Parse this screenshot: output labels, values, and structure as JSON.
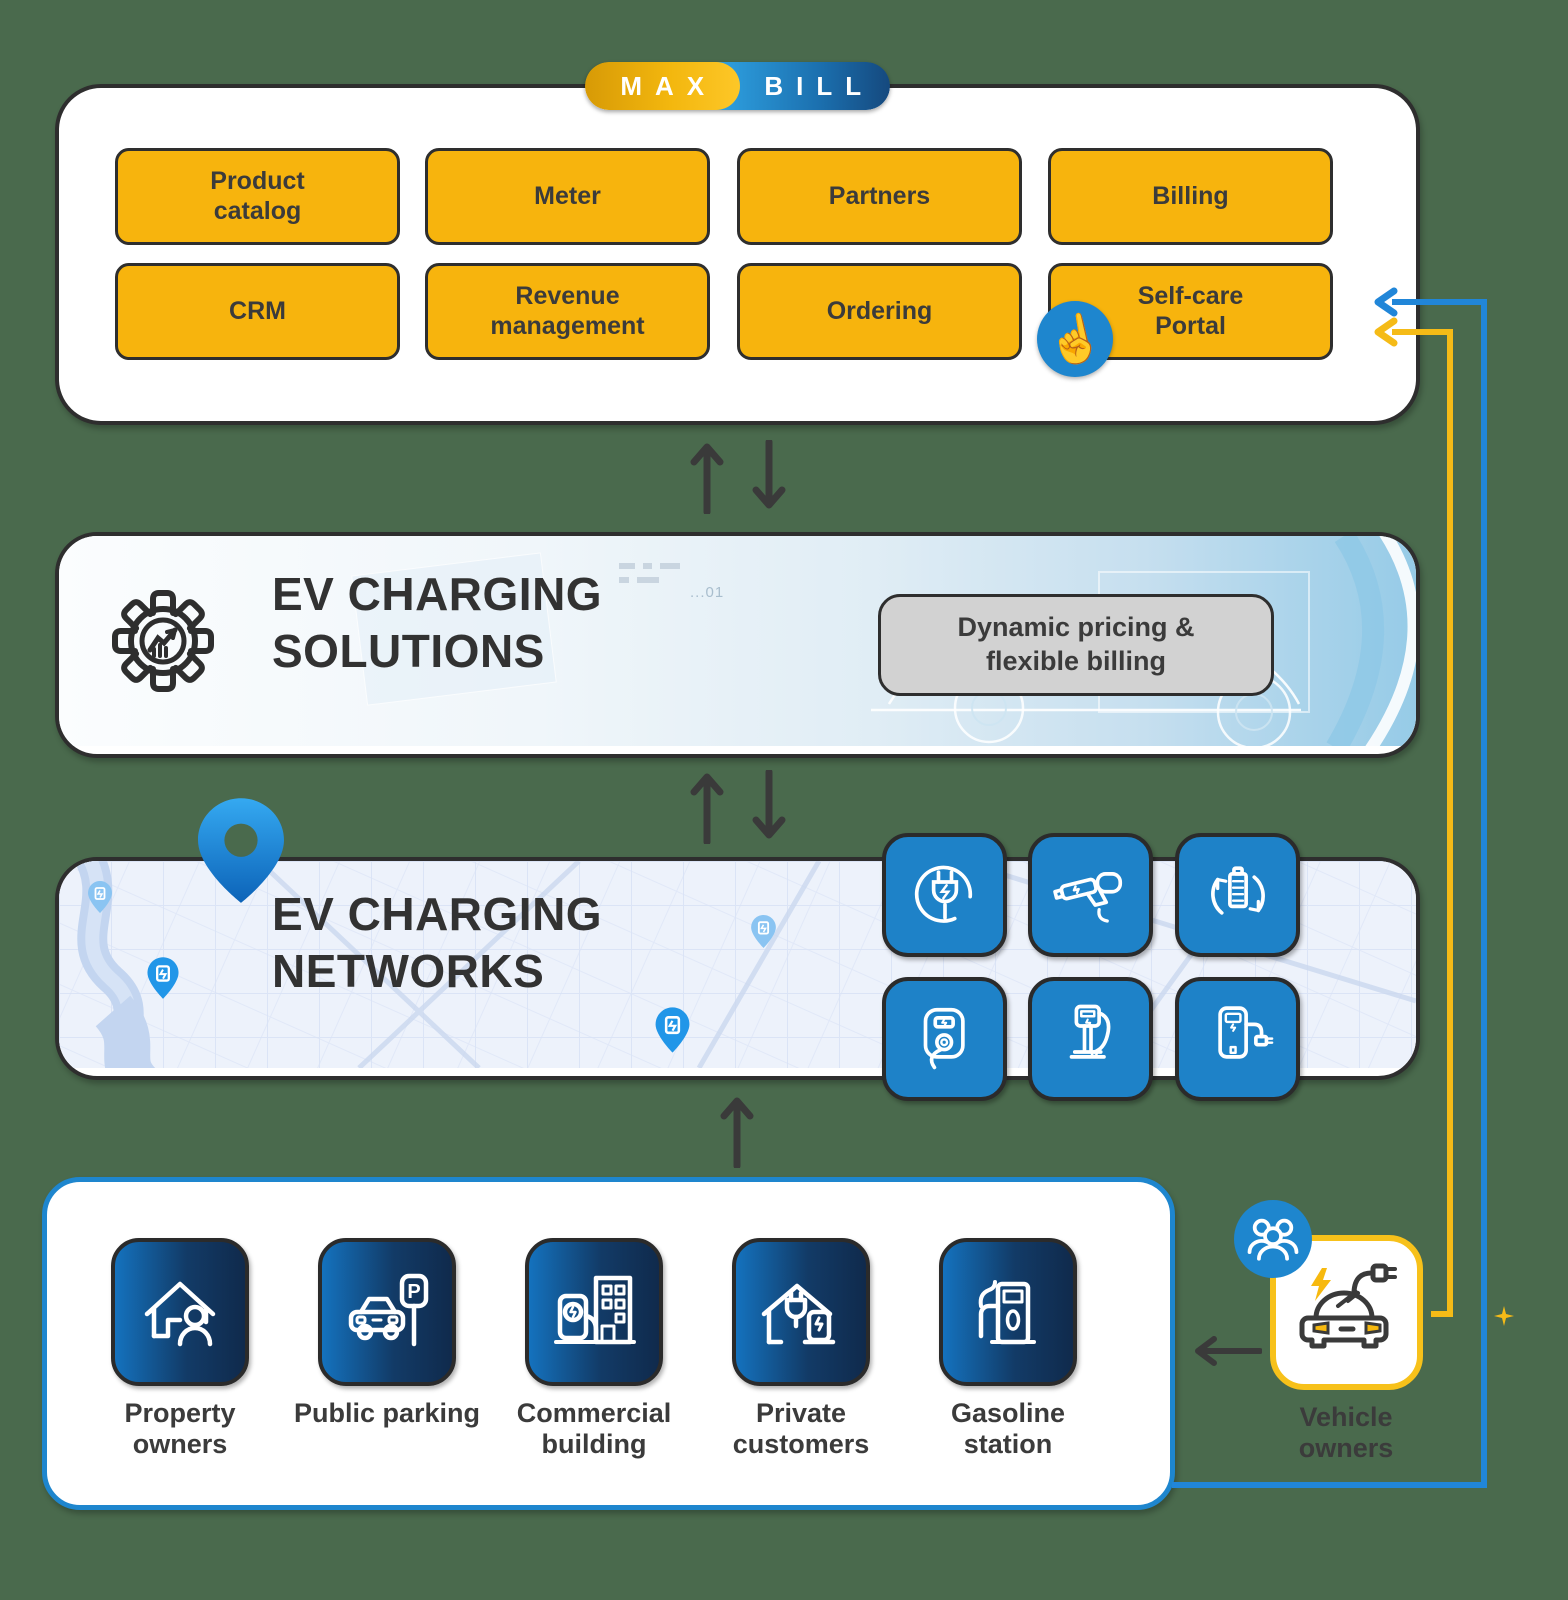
{
  "logo": {
    "left": "MAX",
    "right": "BILL"
  },
  "modules": {
    "row1": [
      "Product catalog",
      "Meter",
      "Partners",
      "Billing"
    ],
    "row2": [
      "CRM",
      "Revenue management",
      "Ordering",
      "Self-care Portal"
    ]
  },
  "solutions": {
    "title": "EV CHARGING SOLUTIONS",
    "badge": "Dynamic pricing & flexible billing",
    "decor_code": "...01"
  },
  "networks": {
    "title": "EV CHARGING NETWORKS",
    "tile_icons": [
      "power-plug",
      "charging-gun-in-hand",
      "battery-recharge-cycle",
      "wallbox-charger",
      "pedestal-charging-station",
      "floor-standing-charger"
    ]
  },
  "customers": [
    {
      "label": "Property owners",
      "icon": "house-with-person"
    },
    {
      "label": "Public parking",
      "icon": "car-with-parking-sign",
      "sign": "P"
    },
    {
      "label": "Commercial building",
      "icon": "charger-with-building"
    },
    {
      "label": "Private customers",
      "icon": "house-with-plug-and-charger"
    },
    {
      "label": "Gasoline station",
      "icon": "fuel-pump"
    }
  ],
  "vehicle_owners": {
    "label": "Vehicle owners",
    "icon": "electric-car-with-plug"
  },
  "colors": {
    "canvas_green": "#4A6A4D",
    "accent_yellow": "#F7B40D",
    "accent_blue": "#1E86CE",
    "line_blue": "#2186D8",
    "line_yellow": "#F5BB17",
    "badge_gray": "#D2D2D2",
    "tile_navy_start": "#1472BE",
    "tile_navy_end": "#102A4C",
    "arrow_dark": "#3A3A3A"
  }
}
